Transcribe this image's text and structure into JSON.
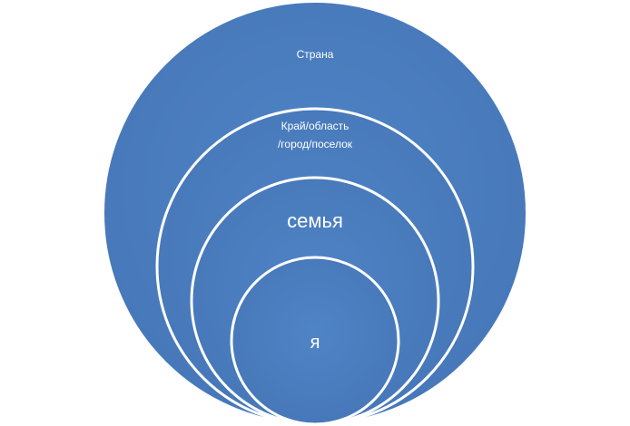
{
  "diagram": {
    "fill_color": "#4A7EC0",
    "stroke_color": "#ffffff",
    "rings": [
      {
        "label": "Страна"
      },
      {
        "label_line1": "Край/область",
        "label_line2": "/город/поселок"
      },
      {
        "label": "семья"
      },
      {
        "label": "я"
      }
    ]
  }
}
